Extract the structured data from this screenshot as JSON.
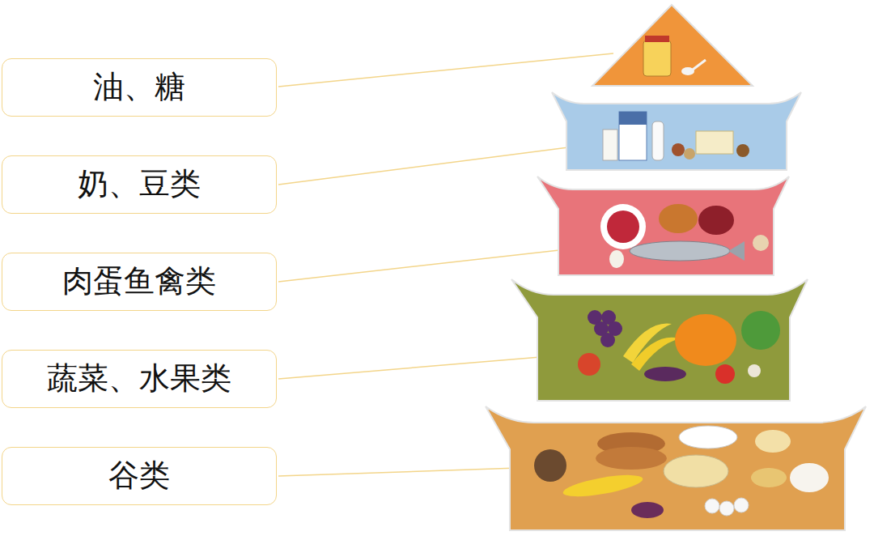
{
  "diagram": {
    "nodes": [
      {
        "text": [
          "油、糖"
        ]
      },
      {
        "text": [
          "奶、豆类"
        ]
      },
      {
        "text": [
          "肉蛋鱼禽类"
        ]
      },
      {
        "text": [
          "蔬菜、水果类"
        ]
      },
      {
        "text": [
          "谷类"
        ]
      }
    ]
  }
}
